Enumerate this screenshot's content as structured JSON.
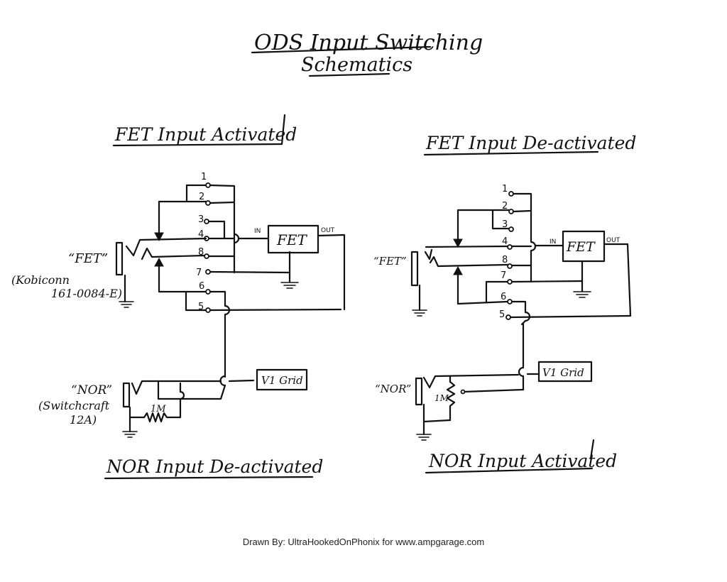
{
  "title": {
    "line1": "ODS Input Switching",
    "line2": "Schematics"
  },
  "left": {
    "heading": "FET Input Activated",
    "footer": "NOR Input De-activated",
    "fet_jack_label": "“FET”",
    "fet_jack_part_line1": "(Kobiconn",
    "fet_jack_part_line2": "161-0084-E)",
    "nor_jack_label": "“NOR”",
    "nor_jack_part_line1": "(Switchcraft",
    "nor_jack_part_line2": "12A)",
    "resistor": "1M",
    "fet_box": "FET",
    "fet_in": "IN",
    "fet_out": "OUT",
    "grid_box": "V1 Grid",
    "pins": [
      "1",
      "2",
      "3",
      "4",
      "8",
      "7",
      "6",
      "5"
    ]
  },
  "right": {
    "heading": "FET Input De-activated",
    "footer": "NOR Input Activated",
    "fet_jack_label": "“FET”",
    "nor_jack_label": "“NOR”",
    "resistor": "1M",
    "fet_box": "FET",
    "fet_in": "IN",
    "fet_out": "OUT",
    "grid_box": "V1 Grid",
    "pins": [
      "1",
      "2",
      "3",
      "4",
      "8",
      "7",
      "6",
      "5"
    ]
  },
  "credit": "Drawn By: UltraHookedOnPhonix for www.ampgarage.com"
}
